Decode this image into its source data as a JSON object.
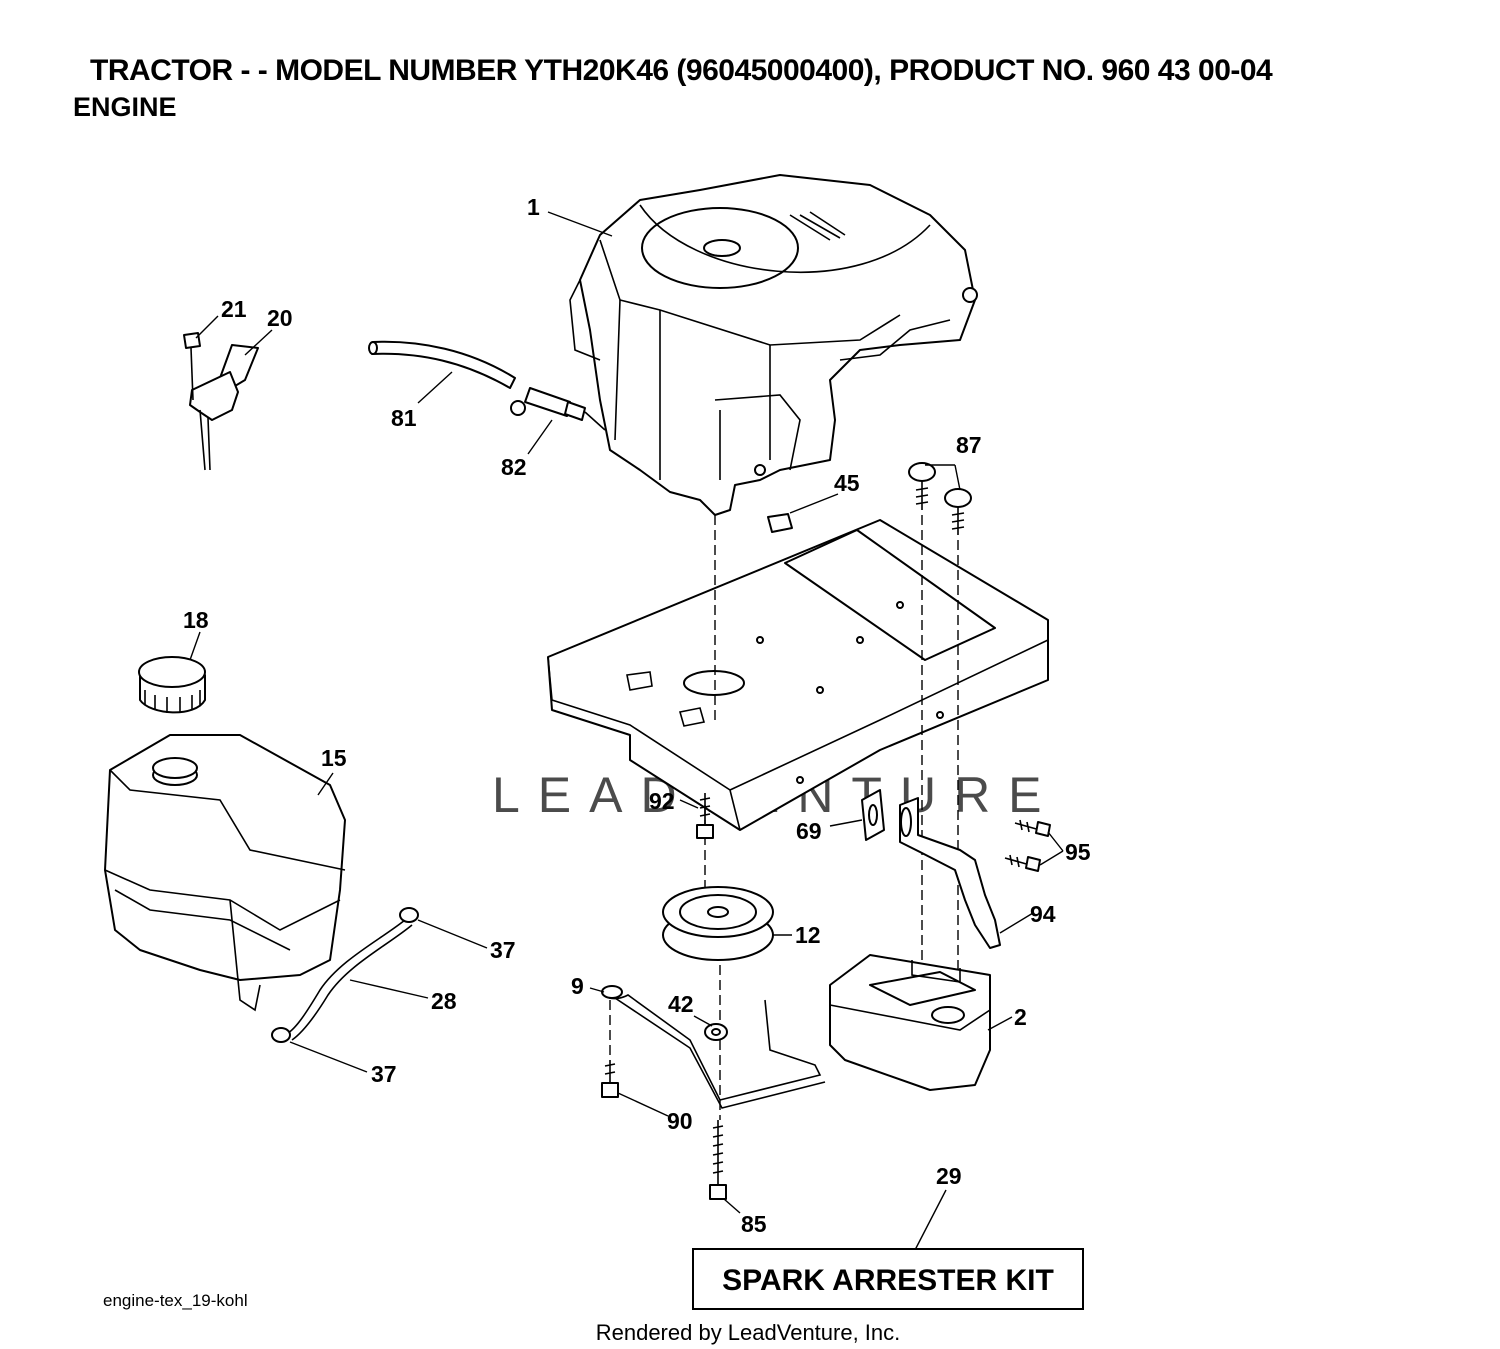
{
  "header": {
    "title": "TRACTOR - - MODEL NUMBER YTH20K46 (96045000400), PRODUCT NO. 960 43 00-04",
    "subtitle": "ENGINE"
  },
  "callouts": {
    "c1": "1",
    "c21": "21",
    "c20": "20",
    "c81": "81",
    "c82": "82",
    "c87": "87",
    "c45": "45",
    "c18": "18",
    "c15": "15",
    "c92": "92",
    "c69": "69",
    "c95": "95",
    "c94": "94",
    "c12": "12",
    "c37a": "37",
    "c28": "28",
    "c37b": "37",
    "c9": "9",
    "c42": "42",
    "c2": "2",
    "c90": "90",
    "c29": "29",
    "c85": "85"
  },
  "kit_label": "SPARK ARRESTER KIT",
  "diagram_code": "engine-tex_19-kohl",
  "watermark": "LEADVENTURE",
  "footer": "Rendered by LeadVenture, Inc."
}
